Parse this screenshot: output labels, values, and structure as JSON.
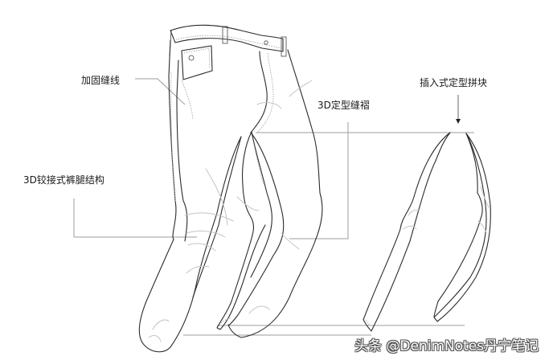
{
  "diagram": {
    "subject": "jeans-3d-construction",
    "labels": [
      {
        "id": "reinforced-seam",
        "text": "加固缝线"
      },
      {
        "id": "articulated-leg",
        "text": "3D铰接式裤腿结构"
      },
      {
        "id": "shaped-dart",
        "text": "3D定型缝褶"
      },
      {
        "id": "shaped-insert",
        "text": "插入式定型拼块"
      }
    ],
    "watermark": "头条 @DenimNotes丹宁笔记",
    "colors": {
      "background": "#ffffff",
      "ink": "#2b2b2b",
      "leader": "#9d9d9d",
      "fold": "#c4c4c4"
    }
  }
}
